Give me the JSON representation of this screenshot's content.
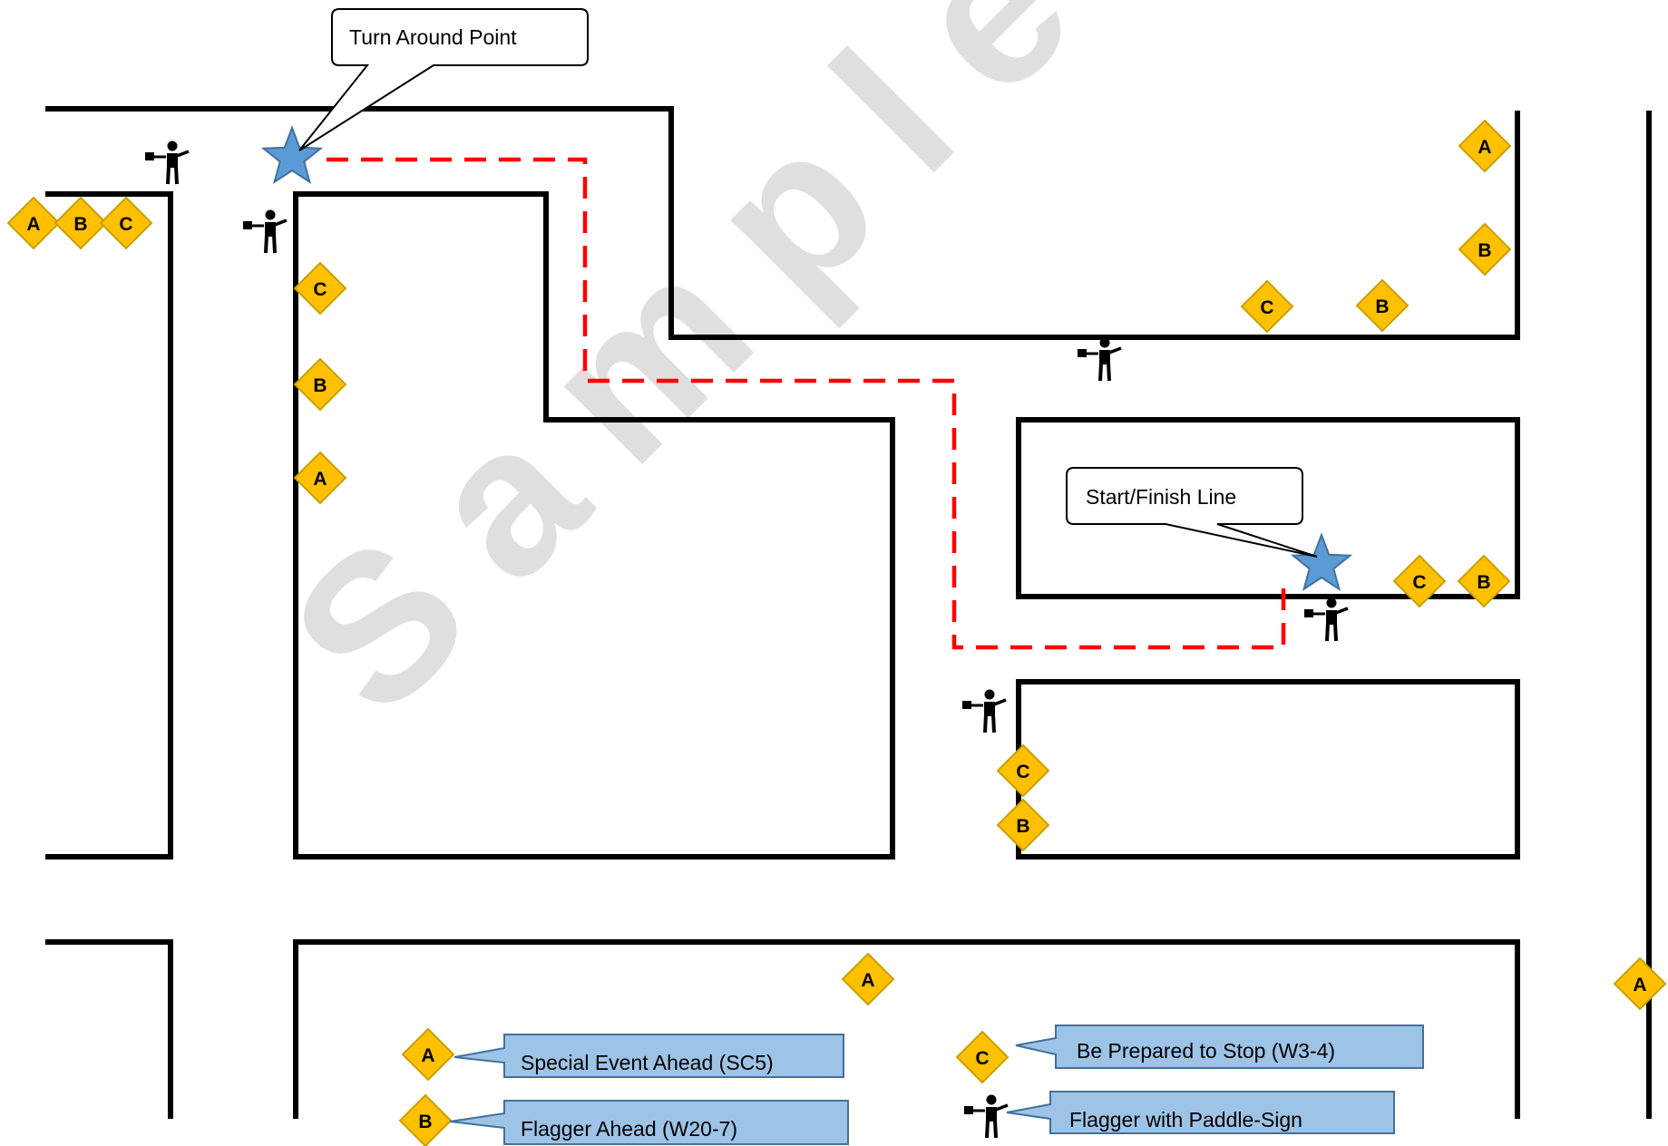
{
  "watermark": "Sample",
  "callouts": {
    "turn_around": "Turn Around Point",
    "start_finish": "Start/Finish Line"
  },
  "legend": {
    "a": "Special Event Ahead (SC5)",
    "b": "Flagger Ahead (W20-7)",
    "c": "Be Prepared to Stop (W3-4)",
    "flagger": "Flagger with Paddle-Sign"
  },
  "sign_letters": {
    "a": "A",
    "b": "B",
    "c": "C"
  },
  "colors": {
    "route": "#ff0000",
    "sign_fill": "#ffc000",
    "sign_stroke": "#c9a000",
    "star_fill": "#5b9bd5",
    "star_stroke": "#41719c",
    "legend_fill": "#9dc3e6",
    "legend_stroke": "#41719c",
    "watermark": "#d9d9d9"
  },
  "icons": {
    "star": "star-icon",
    "flagger": "flagger-icon",
    "sign": "warning-diamond-icon"
  }
}
